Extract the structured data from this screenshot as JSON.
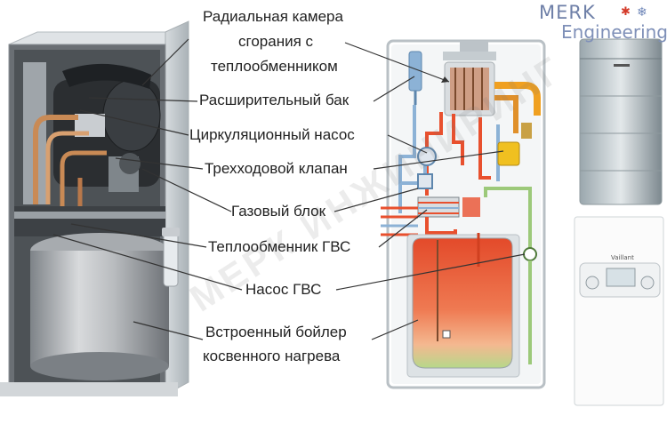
{
  "labels": {
    "combustion_chamber": [
      "Радиальная камера",
      "сгорания с",
      "теплообменником"
    ],
    "expansion_tank": "Расширительный бак",
    "circulation_pump": "Циркуляционный насос",
    "three_way_valve": "Трехходовой клапан",
    "gas_block": "Газовый блок",
    "dhw_heat_exchanger": "Теплообменник ГВС",
    "dhw_pump": "Насос ГВС",
    "boiler": [
      "Встроенный бойлер",
      "косвенного нагрева"
    ]
  },
  "logo": {
    "line1": "MERK",
    "line2": "Engineering"
  },
  "watermark": "МЕРК ИНЖИНИРИНГ",
  "device_brand": "Vaillant",
  "colors": {
    "hot_water": "#e8502e",
    "cold_water": "#9cc97a",
    "gas": "#f0a020",
    "pipe_blue": "#8cb2d6",
    "logo": "#6f80a8"
  }
}
